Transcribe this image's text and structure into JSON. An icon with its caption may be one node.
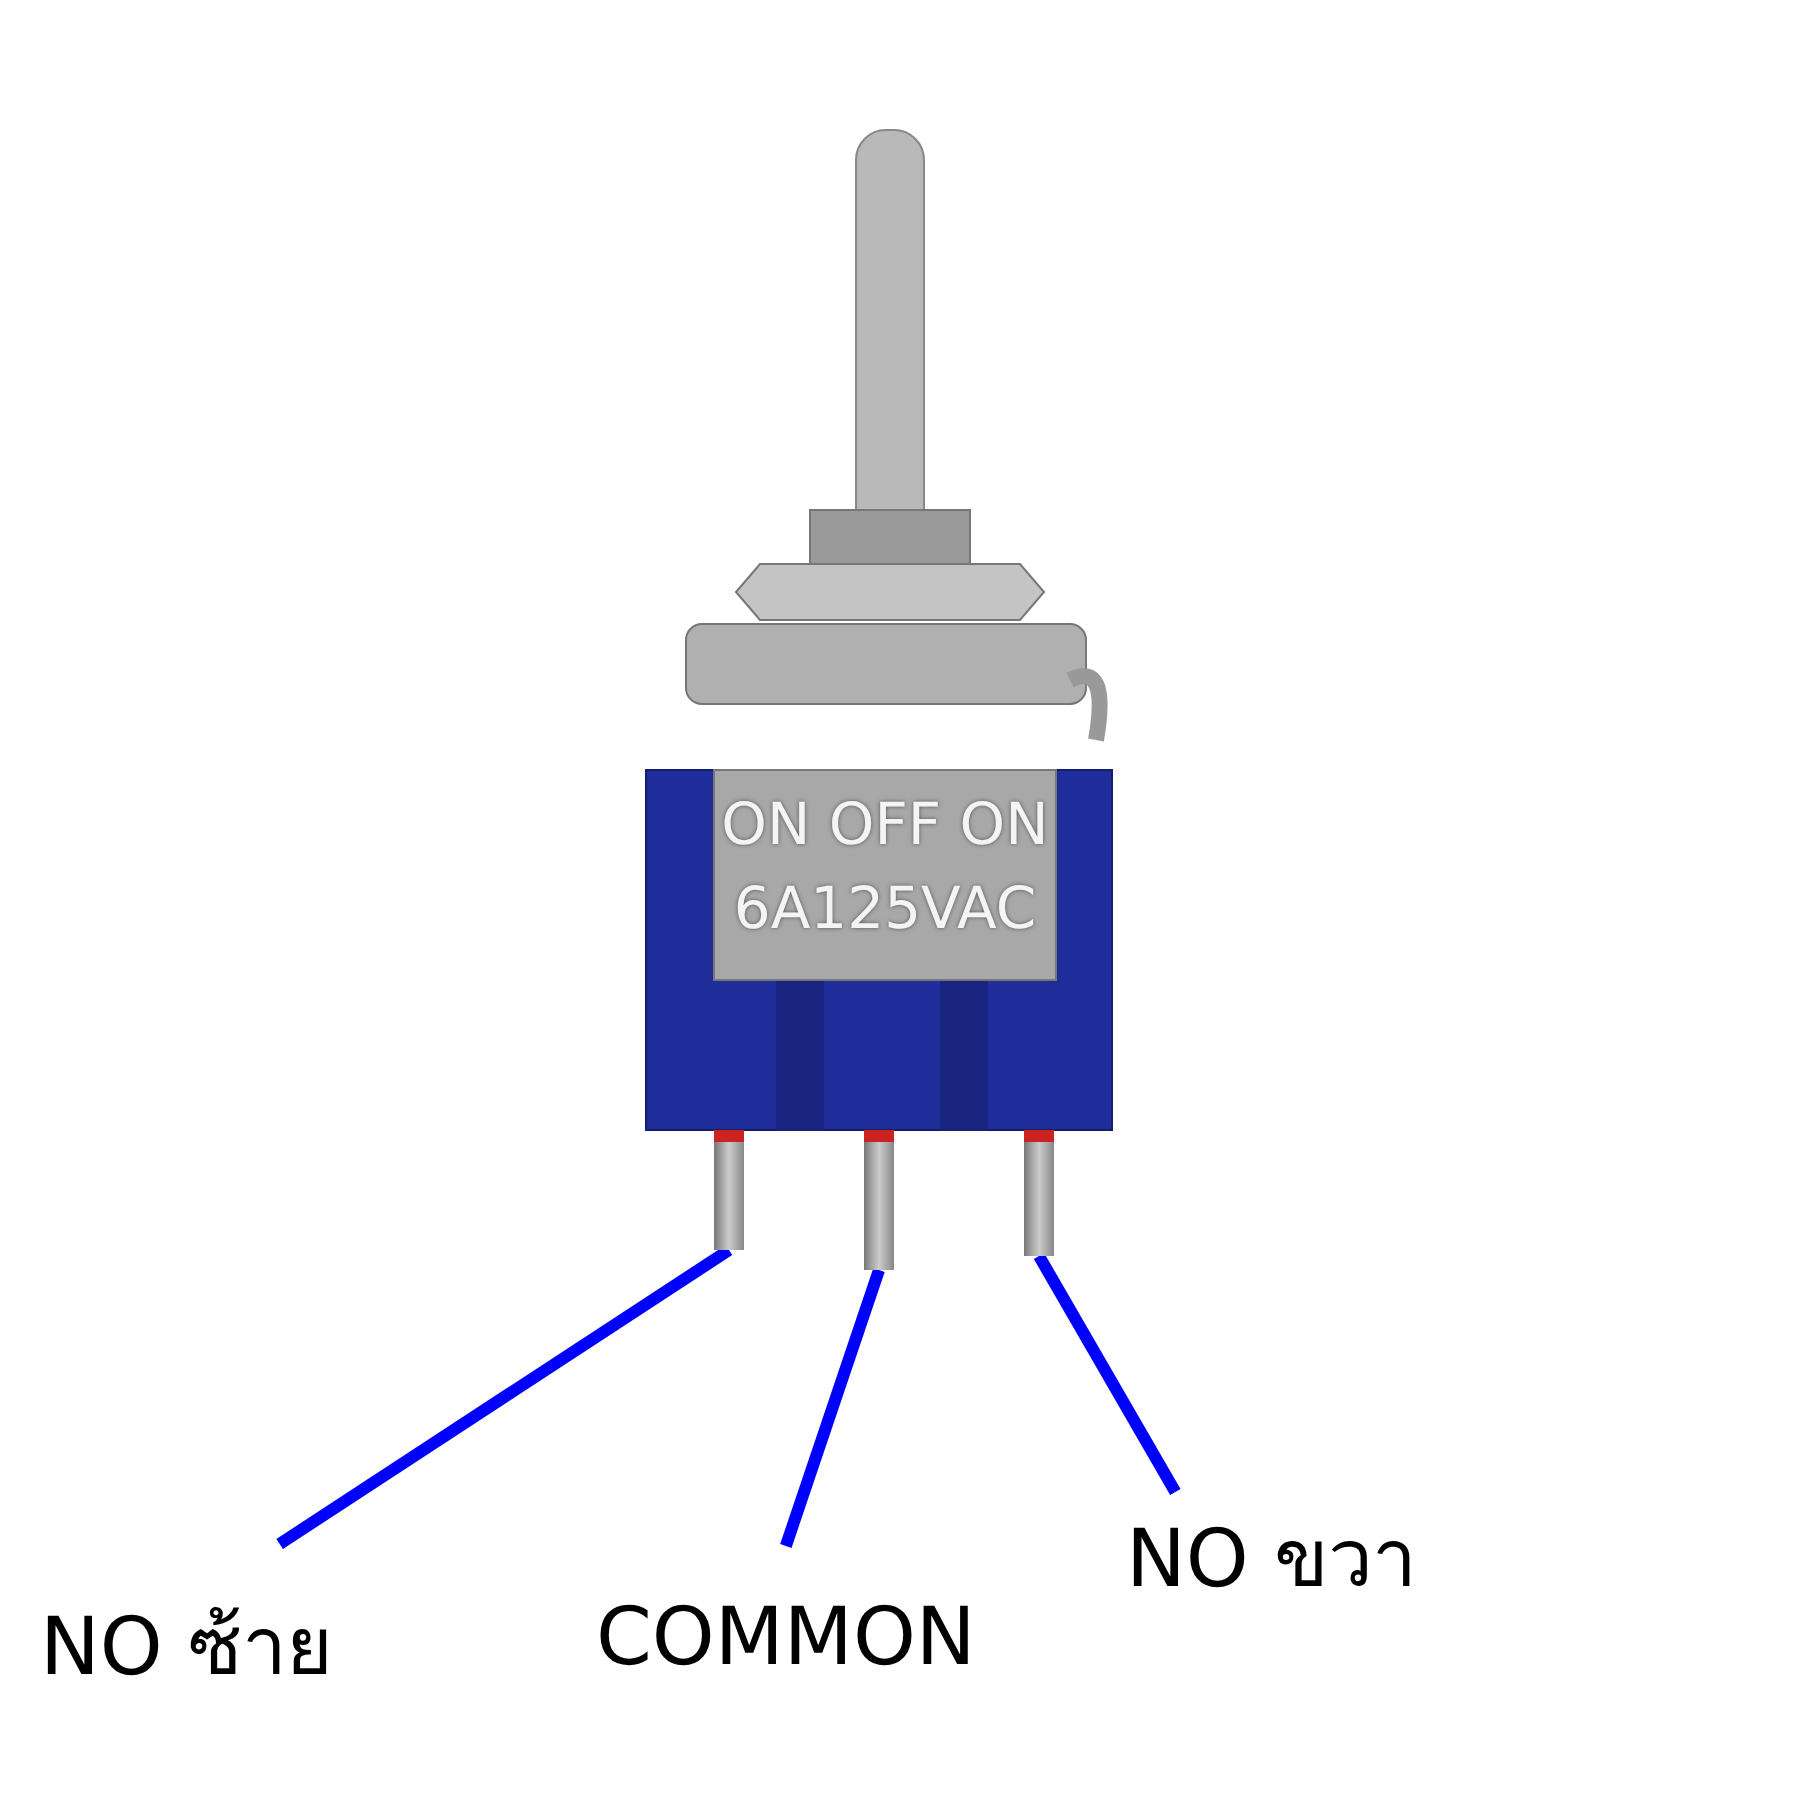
{
  "diagram": {
    "nodes": [
      {
        "text": [
          "NO ซ้าย"
        ]
      },
      {
        "text": [
          "COMMON"
        ]
      },
      {
        "text": [
          "NO ขวา"
        ]
      },
      {
        "text": [],
        "shape": "picture"
      },
      {
        "text": [],
        "shape": "picture"
      },
      {
        "text": [],
        "shape": "picture"
      }
    ],
    "edges": [
      {
        "from": 0,
        "to": 3,
        "arrow": "none",
        "color": "#0000ff"
      },
      {
        "from": 1,
        "to": 4,
        "arrow": "none",
        "color": "#0000ff"
      },
      {
        "from": 2,
        "to": 5,
        "arrow": "none",
        "color": "#0000ff"
      }
    ],
    "labels": [
      "ON OFF ON",
      "6A125VAC"
    ]
  }
}
